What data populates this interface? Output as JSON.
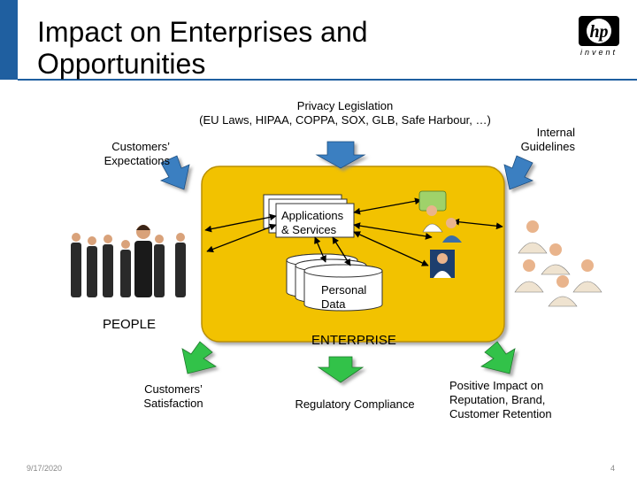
{
  "slide": {
    "title_line1": "Impact on Enterprises and",
    "title_line2": "Opportunities",
    "date": "9/17/2020",
    "page_number": "4"
  },
  "logo": {
    "mark": "hp",
    "tagline": "invent"
  },
  "colors": {
    "brand_blue": "#1f5fa0",
    "enterprise_fill": "#f2c200",
    "enterprise_border": "#b98f00",
    "input_arrow": "#3a7fc1",
    "output_arrow": "#33c24a",
    "card_fill": "#ffffff"
  },
  "inputs": {
    "privacy": {
      "line1": "Privacy Legislation",
      "line2": "(EU Laws, HIPAA, COPPA, SOX, GLB, Safe Harbour, …)"
    },
    "customers_expectations": {
      "line1": "Customers’",
      "line2": "Expectations"
    },
    "internal_guidelines": {
      "line1": "Internal",
      "line2": "Guidelines"
    }
  },
  "enterprise": {
    "label": "ENTERPRISE",
    "applications": {
      "line1": "Applications",
      "line2": "& Services"
    },
    "personal_data": {
      "line1": "Personal",
      "line2": "Data"
    }
  },
  "people": {
    "label": "PEOPLE"
  },
  "outputs": {
    "satisfaction": {
      "line1": "Customers’",
      "line2": "Satisfaction"
    },
    "compliance": {
      "line1": "Regulatory Compliance"
    },
    "positive": {
      "line1": "Positive Impact on",
      "line2": "Reputation, Brand,",
      "line3": "Customer Retention"
    }
  }
}
